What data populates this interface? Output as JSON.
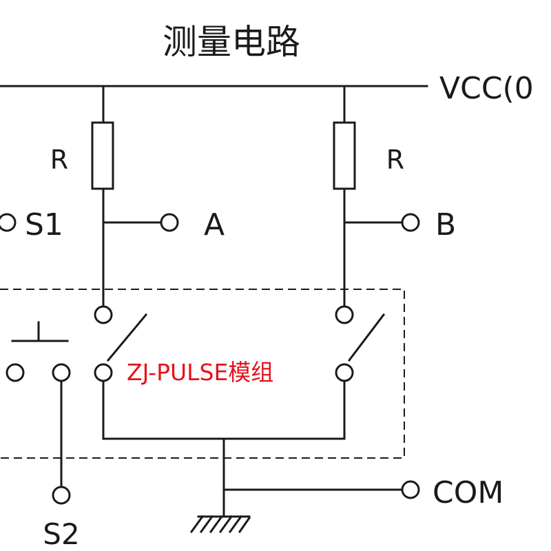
{
  "title": "测量电路",
  "supply_label": "VCC(0",
  "resistor_left_label": "R",
  "resistor_right_label": "R",
  "terminal_s1_label": "S1",
  "terminal_a_label": "A",
  "terminal_b_label": "B",
  "terminal_s2_label": "S2",
  "terminal_com_label": "COM",
  "module_label": "ZJ-PULSE模组",
  "colors": {
    "line": "#1a1a1a",
    "module_text": "#e8101c"
  }
}
